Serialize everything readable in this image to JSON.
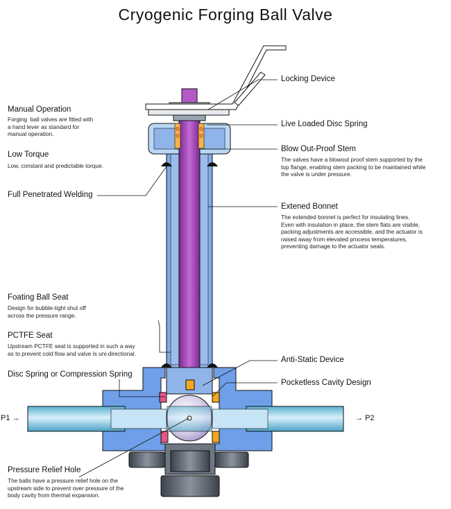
{
  "title": "Cryogenic Forging Ball Valve",
  "labels": {
    "locking_device": "Locking Device",
    "live_loaded": "Live Loaded Disc Spring",
    "blowout": "Blow Out-Proof Stem",
    "blowout_desc": "The valves have a blowout proof stem supported by the\ntop flange, enabling stem packing to be maintained while\nthe valve is under pressure.",
    "ext_bonnet": "Extened Bonnet",
    "ext_bonnet_desc": "The extended bonnet is perfect for insulating lines.\nEven with insulation in place, the stem flats are visible,\npacking adjustments are accessible, and the actuator is\nraised away from elevated process temperatures,\npreventing damage to the actuator seals.",
    "anti_static": "Anti-Static Device",
    "pocketless": "Pocketless Cavity Design",
    "manual": "Manual Operation",
    "manual_desc": "Forging  ball valves are fitted with\na hand lever as standard for\nmanual operation.",
    "low_torque": "Low Torque",
    "low_torque_desc": "Low, constant and predictable torque.",
    "welding": "Full Penetrated Welding",
    "floating_seat": "Foating Ball Seat",
    "floating_seat_desc": "Design for bubble-tight shut off\nacross the pressure range.",
    "pctfe": "PCTFE Seat",
    "pctfe_desc": "Upstream PCTFE seat is supported in such a way\nas to prevent cold flow and valve is uni-directional.",
    "disc_spring": "Disc Spring or Compression Spring",
    "relief": "Pressure Relief Hole",
    "relief_desc": "The balls have a pressure relief hole on the\nupstream side to prevent over pressure of the\nbody cavity from thermal expansion.",
    "p1": "P1",
    "p2": "P2"
  },
  "colors": {
    "body_blue": "#6f9fe8",
    "body_light": "#b5d6f5",
    "pipe": "#7ec8e0",
    "stem_purple": "#a244b8",
    "seat_orange": "#f4a522",
    "seat_pink": "#e25686",
    "gray": "#8b97a6",
    "dark": "#454d58",
    "outline": "#111111"
  }
}
